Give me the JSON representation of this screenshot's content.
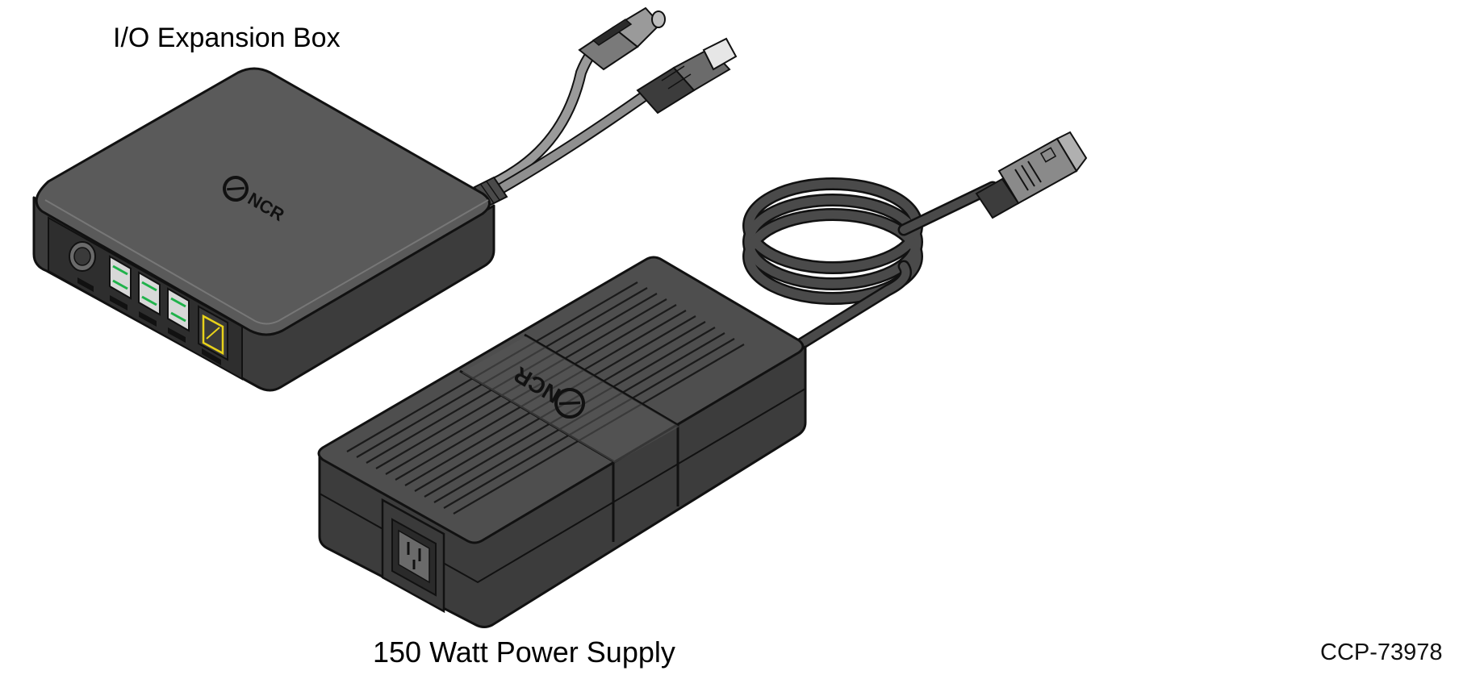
{
  "labels": {
    "io_box": "I/O Expansion Box",
    "power_supply": "150 Watt Power Supply",
    "figure_ref": "CCP-73978"
  },
  "logos": {
    "io_box_logo": "NCR",
    "psu_logo": "NCR"
  },
  "colors": {
    "device_body": "#5a5a5a",
    "device_dark": "#3c3c3c",
    "outline": "#111111",
    "usb_port_accent": "#1fb24a",
    "ethernet_port_accent": "#e8d21a",
    "cable_light": "#8f8f8f",
    "connector_light": "#9a9a9a"
  }
}
